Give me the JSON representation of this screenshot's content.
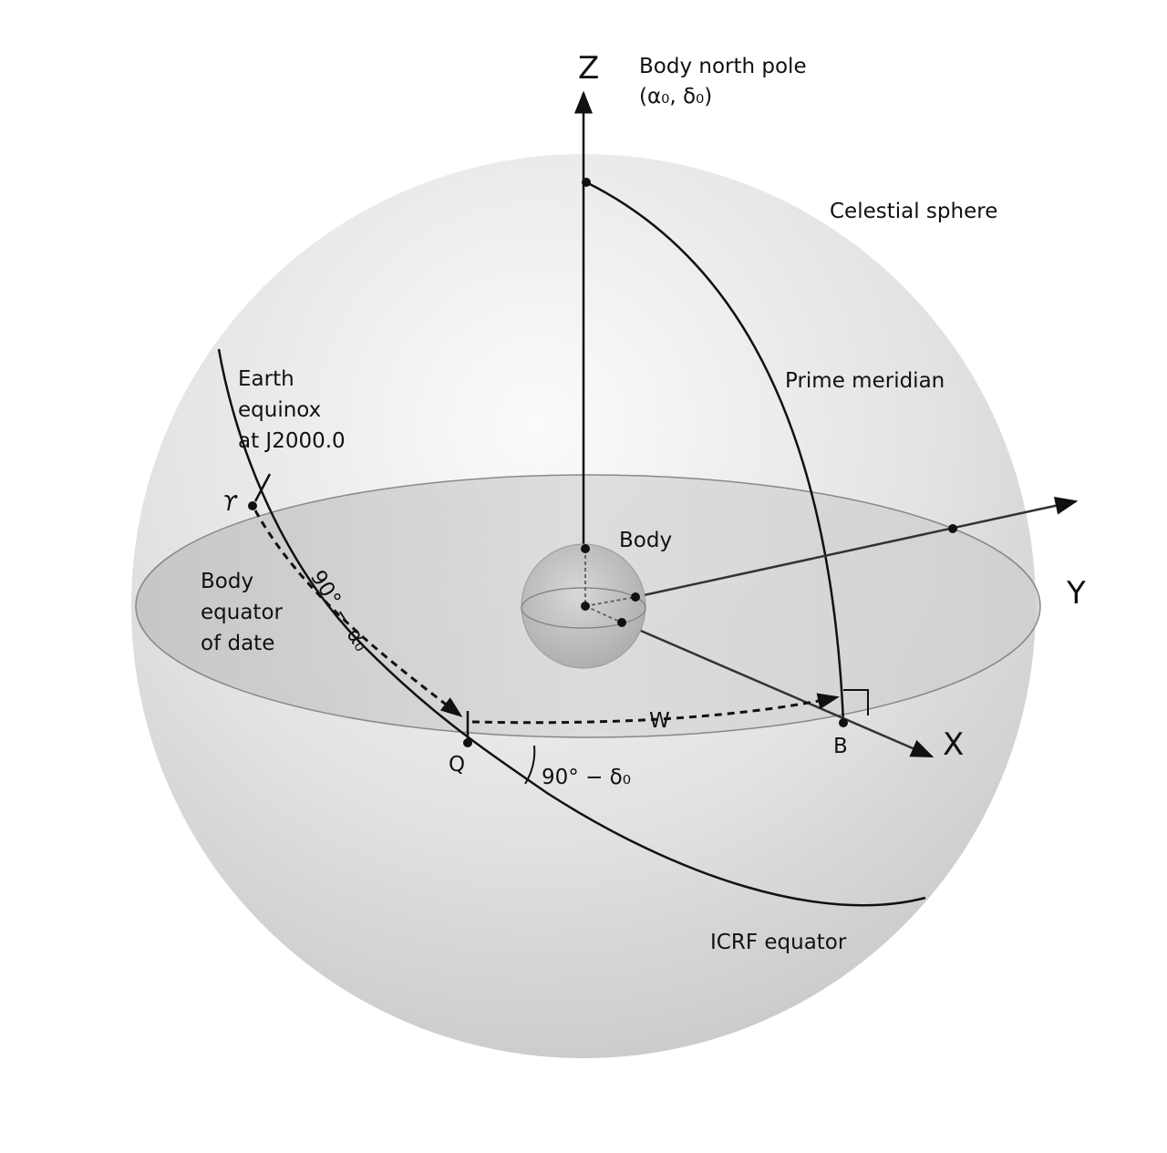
{
  "axes": {
    "z": "Z",
    "y": "Y",
    "x": "X"
  },
  "labels": {
    "pole_line1": "Body north pole",
    "pole_line2": "(α₀, δ₀)",
    "celestial_sphere": "Celestial sphere",
    "prime_meridian": "Prime meridian",
    "equinox_line1": "Earth",
    "equinox_line2": "equinox",
    "equinox_line3": "at J2000.0",
    "equinox_symbol": "ϒ",
    "body": "Body",
    "body_equator_line1": "Body",
    "body_equator_line2": "equator",
    "body_equator_line3": "of date",
    "angle_alpha": "90° − α₀",
    "w": "W",
    "q": "Q",
    "b": "B",
    "angle_delta": "90° − δ₀",
    "icrf_equator": "ICRF equator"
  }
}
